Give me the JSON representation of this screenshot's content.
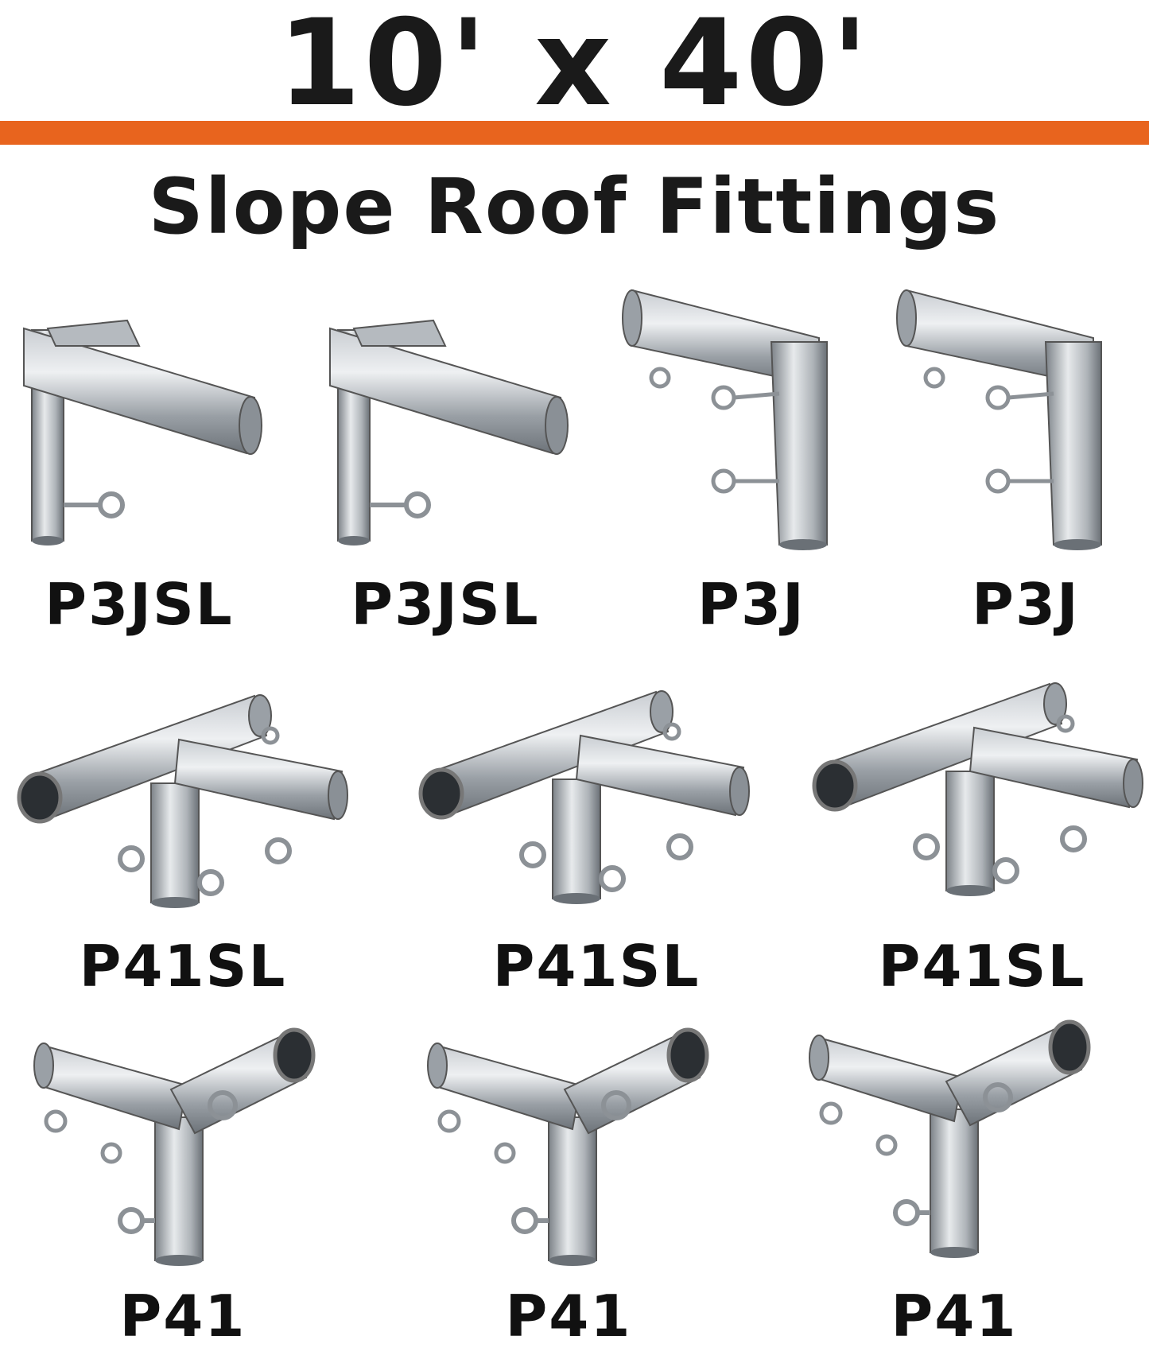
{
  "header": {
    "title": "10' x 40'",
    "subtitle": "Slope Roof Fittings",
    "accent_color": "#e8641e"
  },
  "rows": [
    {
      "items": [
        {
          "label": "P3JSL",
          "icon": "slope-joint-fitting-icon"
        },
        {
          "label": "P3JSL",
          "icon": "slope-joint-fitting-icon"
        },
        {
          "label": "P3J",
          "icon": "corner-elbow-fitting-icon"
        },
        {
          "label": "P3J",
          "icon": "corner-elbow-fitting-icon"
        }
      ]
    },
    {
      "items": [
        {
          "label": "P41SL",
          "icon": "t-junction-fitting-icon"
        },
        {
          "label": "P41SL",
          "icon": "t-junction-fitting-icon"
        },
        {
          "label": "P41SL",
          "icon": "t-junction-fitting-icon"
        }
      ]
    },
    {
      "items": [
        {
          "label": "P41",
          "icon": "peak-y-fitting-icon"
        },
        {
          "label": "P41",
          "icon": "peak-y-fitting-icon"
        },
        {
          "label": "P41",
          "icon": "peak-y-fitting-icon"
        }
      ]
    }
  ]
}
